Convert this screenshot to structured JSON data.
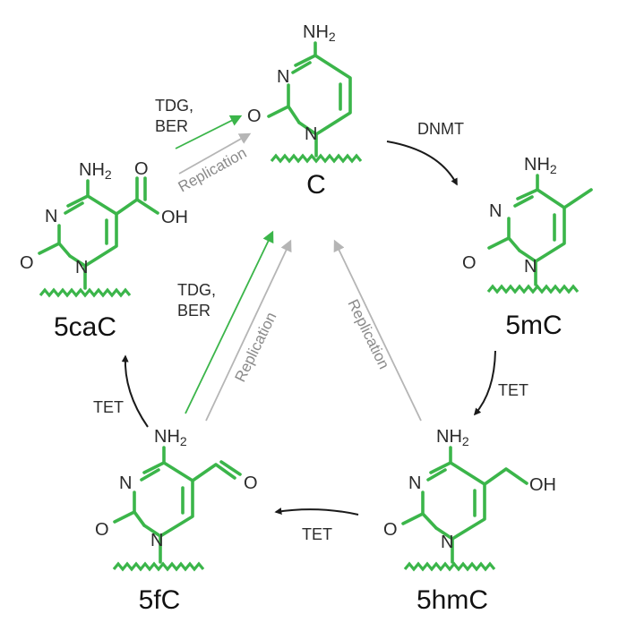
{
  "molecules": {
    "c": {
      "name": "C",
      "nh2": "NH",
      "nh2_sub": "2",
      "n3": "N",
      "n1": "N",
      "o2": "O"
    },
    "mc": {
      "name": "5mC",
      "nh2": "NH",
      "nh2_sub": "2",
      "n3": "N",
      "n1": "N",
      "o2": "O"
    },
    "hmc": {
      "name": "5hmC",
      "nh2": "NH",
      "nh2_sub": "2",
      "n3": "N",
      "n1": "N",
      "o2": "O",
      "oh": "OH"
    },
    "fc": {
      "name": "5fC",
      "nh2": "NH",
      "nh2_sub": "2",
      "n3": "N",
      "n1": "N",
      "o2": "O",
      "cho_o": "O"
    },
    "cac": {
      "name": "5caC",
      "nh2": "NH",
      "nh2_sub": "2",
      "n3": "N",
      "n1": "N",
      "o2": "O",
      "cooh_o": "O",
      "cooh_oh": "OH"
    }
  },
  "arrows": {
    "dnmt": "DNMT",
    "tet_mc_hmc": "TET",
    "tet_hmc_fc": "TET",
    "tet_fc_cac": "TET",
    "tdg_top_1": "TDG,",
    "tdg_top_2": "BER",
    "tdg_mid_1": "TDG,",
    "tdg_mid_2": "BER",
    "rep_top": "Replication",
    "rep_fc": "Replication",
    "rep_hmc": "Replication"
  },
  "colors": {
    "structure": "#3bb54a",
    "replication": "#b5b5b5",
    "enzyme_arrow": "#1a1a1a"
  }
}
